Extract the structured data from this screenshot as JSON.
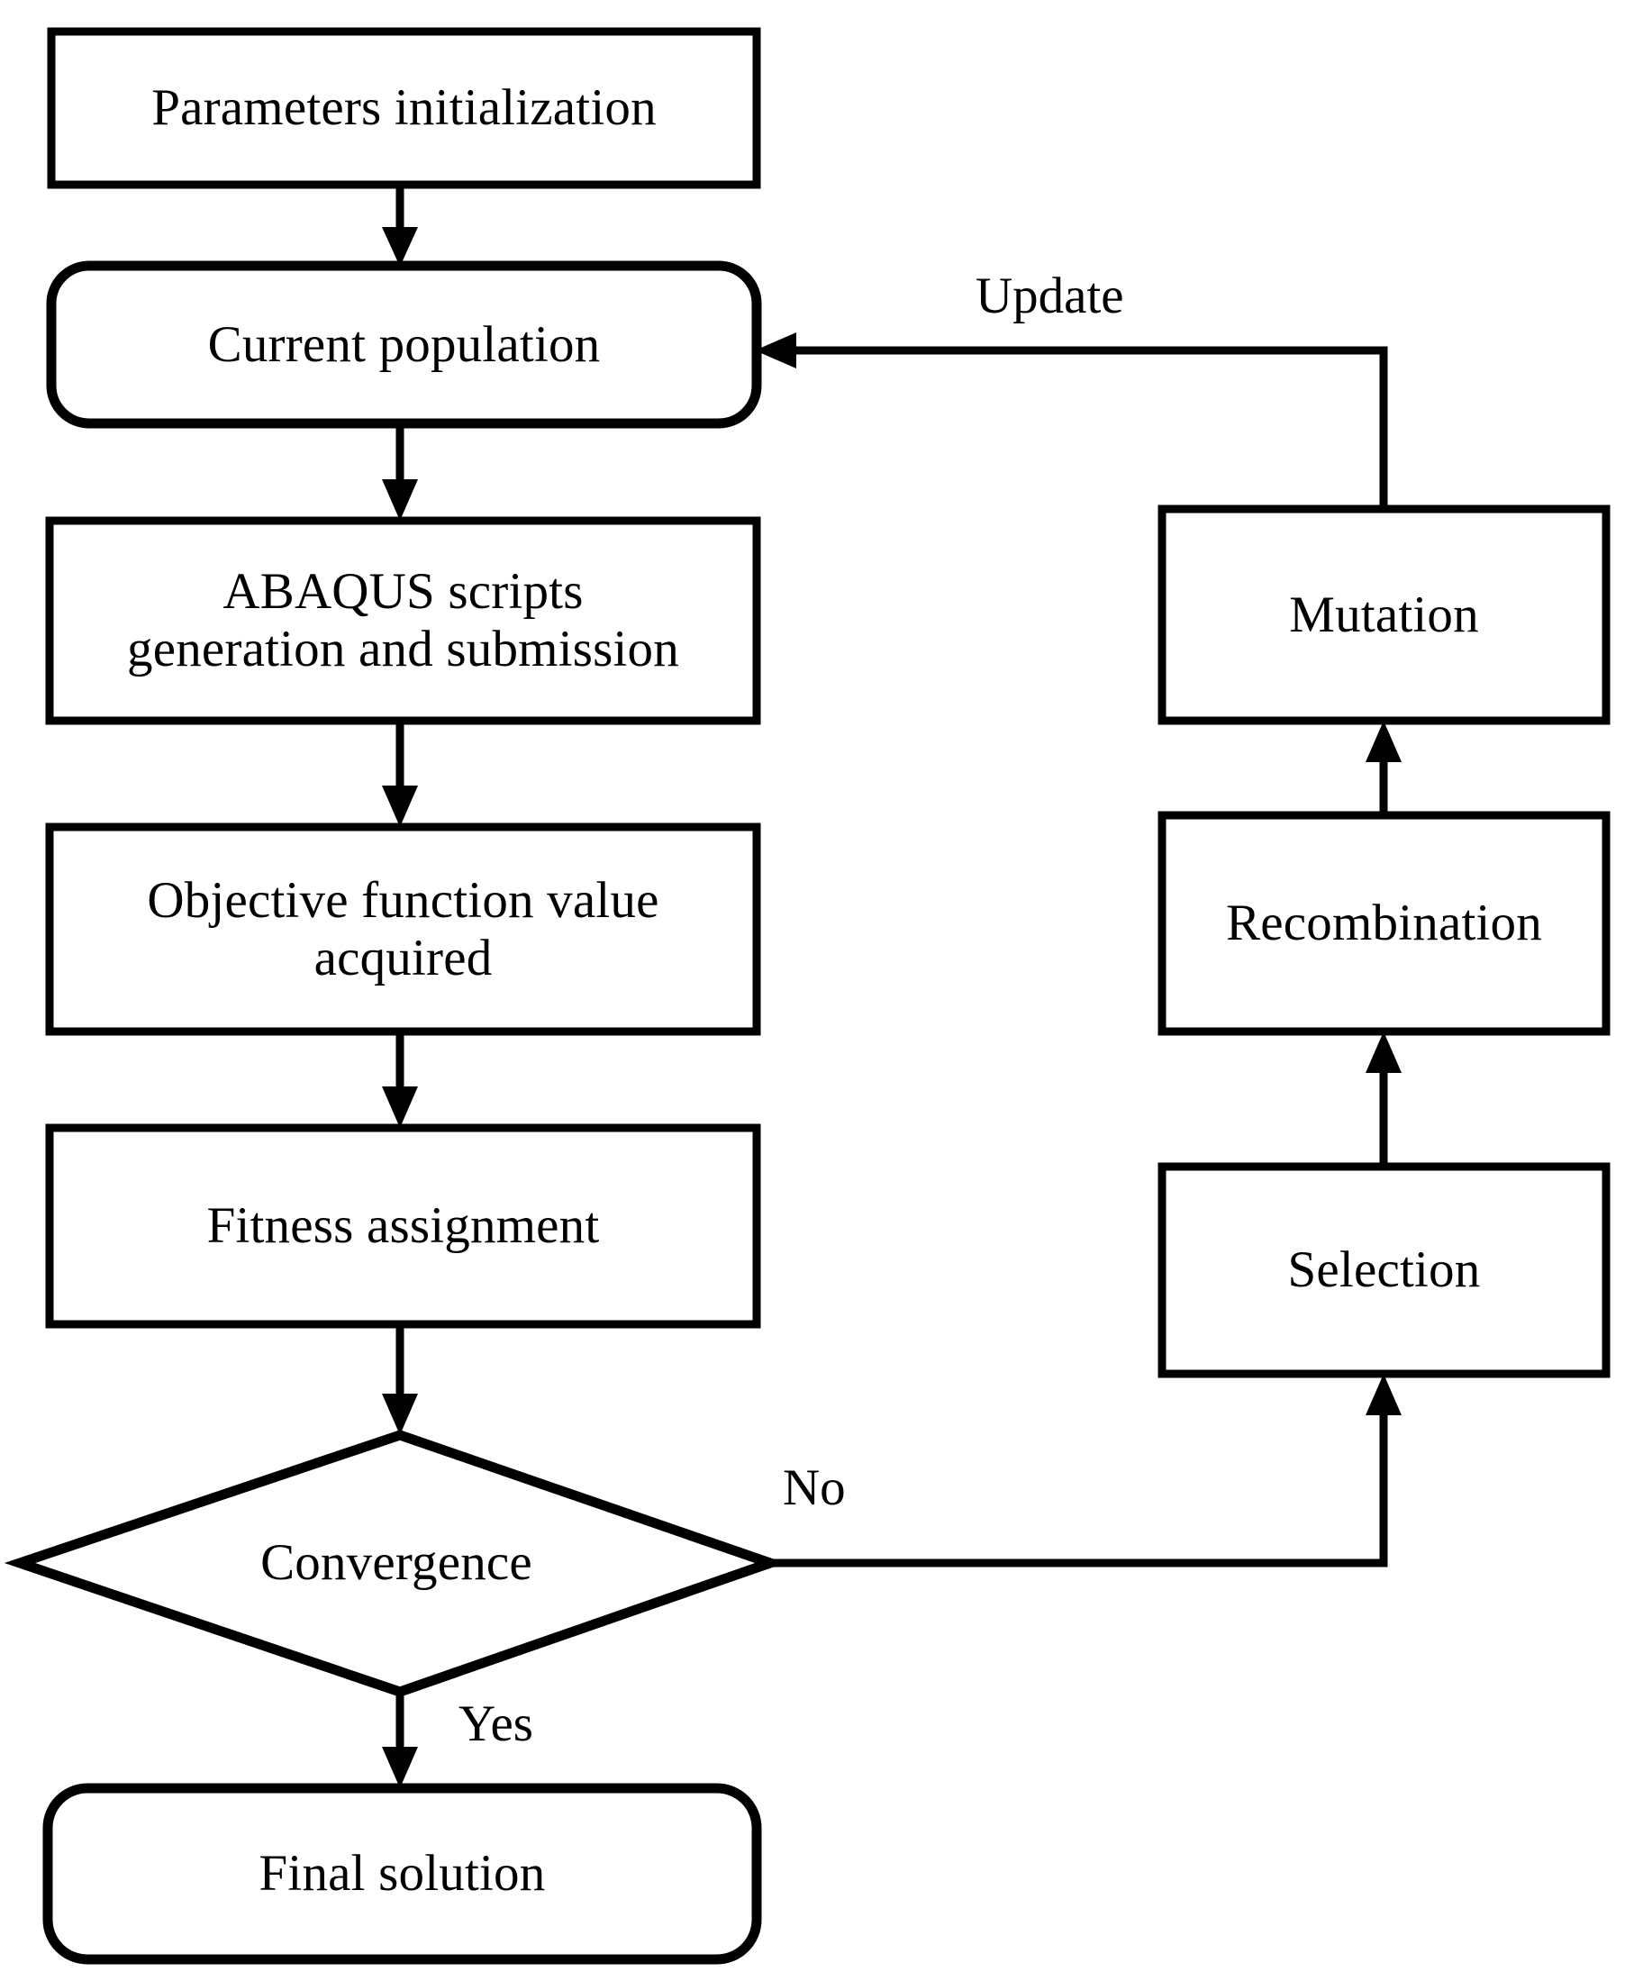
{
  "diagram": {
    "title": "Optimization workflow flowchart",
    "background_color": "#ffffff",
    "line_color": "#000000",
    "nodes": [
      {
        "id": "parameters-initialization",
        "label": "Parameters initialization",
        "shape": "rectangle"
      },
      {
        "id": "current-population",
        "label": "Current population",
        "shape": "rounded-rectangle"
      },
      {
        "id": "abaqus-scripts",
        "label": "ABAQUS scripts\ngeneration and submission",
        "shape": "rectangle"
      },
      {
        "id": "objective-function-value",
        "label": "Objective function value\nacquired",
        "shape": "rectangle"
      },
      {
        "id": "fitness-assignment",
        "label": "Fitness assignment",
        "shape": "rectangle"
      },
      {
        "id": "convergence",
        "label": "Convergence",
        "shape": "diamond"
      },
      {
        "id": "final-solution",
        "label": "Final solution",
        "shape": "rounded-rectangle"
      },
      {
        "id": "mutation",
        "label": "Mutation",
        "shape": "rectangle"
      },
      {
        "id": "recombination",
        "label": "Recombination",
        "shape": "rectangle"
      },
      {
        "id": "selection",
        "label": "Selection",
        "shape": "rectangle"
      }
    ],
    "edge_labels": [
      {
        "id": "update",
        "label": "Update"
      },
      {
        "id": "no",
        "label": "No"
      },
      {
        "id": "yes",
        "label": "Yes"
      }
    ],
    "edges": [
      {
        "from": "parameters-initialization",
        "to": "current-population",
        "label": ""
      },
      {
        "from": "current-population",
        "to": "abaqus-scripts",
        "label": ""
      },
      {
        "from": "abaqus-scripts",
        "to": "objective-function-value",
        "label": ""
      },
      {
        "from": "objective-function-value",
        "to": "fitness-assignment",
        "label": ""
      },
      {
        "from": "fitness-assignment",
        "to": "convergence",
        "label": ""
      },
      {
        "from": "convergence",
        "to": "final-solution",
        "label": "Yes"
      },
      {
        "from": "convergence",
        "to": "selection",
        "label": "No"
      },
      {
        "from": "selection",
        "to": "recombination",
        "label": ""
      },
      {
        "from": "recombination",
        "to": "mutation",
        "label": ""
      },
      {
        "from": "mutation",
        "to": "current-population",
        "label": "Update"
      }
    ]
  }
}
